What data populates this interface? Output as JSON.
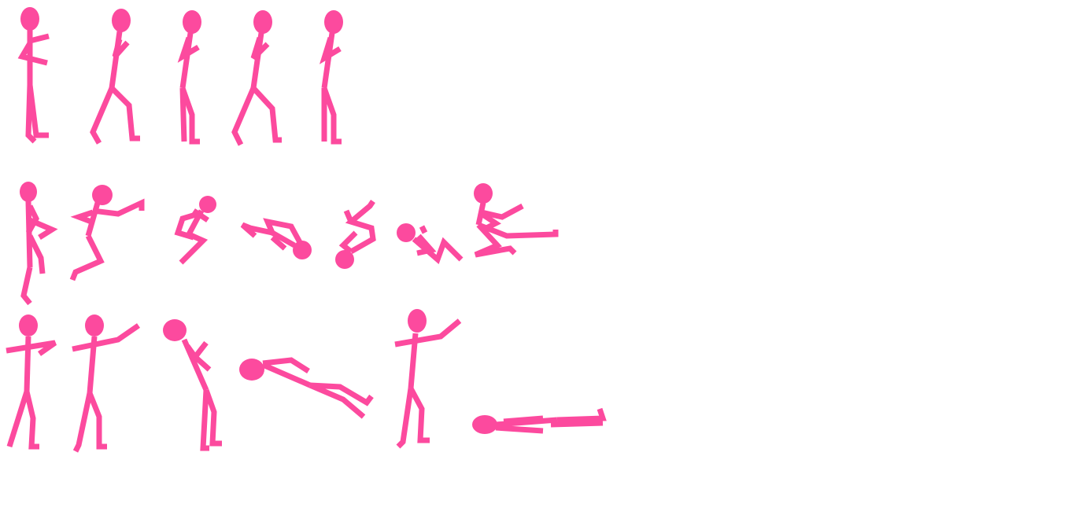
{
  "sprite_sheet": {
    "background_color": "#ffffff",
    "figure_color": "#fc4a9e",
    "rows": [
      {
        "name": "walk",
        "frames": [
          "walk-1",
          "walk-2",
          "walk-3",
          "walk-4",
          "walk-5"
        ]
      },
      {
        "name": "jump-kick",
        "frames": [
          "knee-up",
          "flying-kick",
          "tuck",
          "roll-1",
          "roll-2",
          "roll-3",
          "low-kick"
        ]
      },
      {
        "name": "punch-and-fall",
        "frames": [
          "guard",
          "punch",
          "hit-recoil",
          "falling",
          "reach",
          "lying-down"
        ]
      }
    ]
  }
}
